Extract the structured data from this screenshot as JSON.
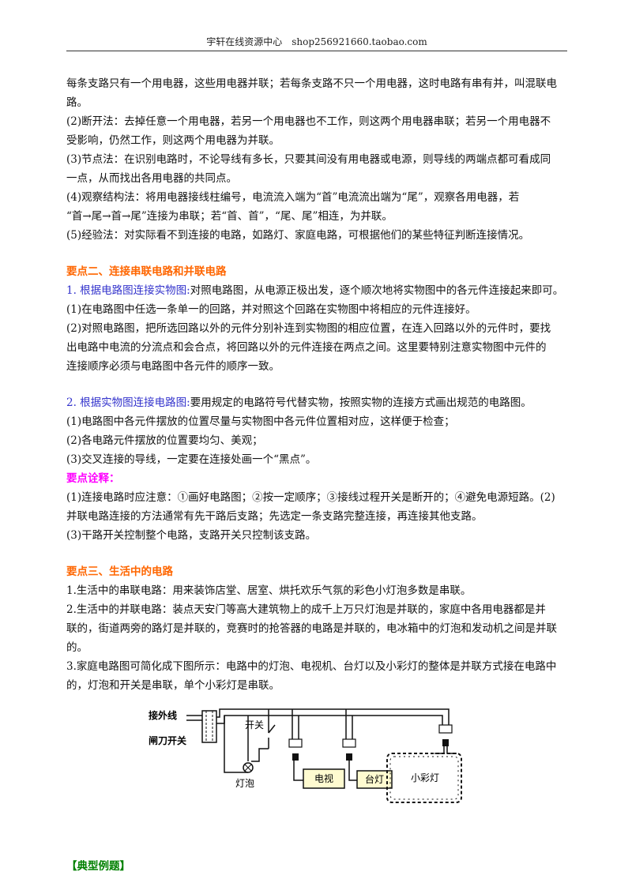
{
  "header": {
    "text": "宇轩在线资源中心　shop256921660.taobao.com"
  },
  "section1": {
    "lines": [
      "每条支路只有一个用电器，这些用电器并联；若每条支路不只一个用电器，这时电路有串有并，叫混联电",
      "路。",
      "(2)断开法：去掉任意一个用电器，若另一个用电器也不工作，则这两个用电器串联；若另一个用电器不",
      "受影响，仍然工作，则这两个用电器为并联。",
      "(3)节点法：在识别电路时，不论导线有多长，只要其间没有用电器或电源，则导线的两端点都可看成同",
      "一点，从而找出各用电器的共同点。",
      "(4)观察结构法：将用电器接线柱编号，电流流入端为“首”电流流出端为“尾”，观察各用电器，若",
      "“首→尾→首→尾”连接为串联；若“首、首”，“尾、尾”相连，为并联。",
      "(5)经验法：对实际看不到连接的电路，如路灯、家庭电路，可根据他们的某些特征判断连接情况。"
    ]
  },
  "section2": {
    "title": "要点二、连接串联电路和并联电路",
    "item1_label": "1. 根据电路图连接实物图:",
    "item1_text": "对照电路图，从电源正极出发，逐个顺次地将实物图中的各元件连接起来即可。",
    "item1_lines": [
      "(1)在电路图中任选一条单一的回路，并对照这个回路在实物图中将相应的元件连接好。",
      "(2)对照电路图，把所选回路以外的元件分别补连到实物图的相应位置，在连入回路以外的元件时，要找",
      "出电路中电流的分流点和会合点，将回路以外的元件连接在两点之间。这里要特别注意实物图中元件的",
      "连接顺序必须与电路图中各元件的顺序一致。"
    ],
    "item2_label": "2. 根据实物图连接电路图:",
    "item2_text": "要用规定的电路符号代替实物，按照实物的连接方式画出规范的电路图。",
    "item2_lines": [
      "(1)电路图中各元件摆放的位置尽量与实物图中各元件位置相对应，这样便于检查；",
      "(2)各电路元件摆放的位置要均匀、美观；",
      "(3)交叉连接的导线，一定要在连接处画一个“黑点”。"
    ],
    "note_title": "要点诠释：",
    "note_lines": [
      "(1)连接电路时应注意：①画好电路图；②按一定顺序；③接线过程开关是断开的；④避免电源短路。(2)",
      "并联电路连接的方法通常有先干路后支路；先选定一条支路完整连接，再连接其他支路。",
      "(3)干路开关控制整个电路，支路开关只控制该支路。"
    ]
  },
  "section3": {
    "title": "要点三、生活中的电路",
    "lines": [
      "1.生活中的串联电路：用来装饰店堂、居室、烘托欢乐气氛的彩色小灯泡多数是串联。",
      "2.生活中的并联电路：装点天安门等高大建筑物上的成千上万只灯泡是并联的，家庭中各用电器都是并",
      "联的，街道两旁的路灯是并联的，竞赛时的抢答器的电路是并联的，电冰箱中的灯泡和发动机之间是并联",
      "的。",
      "3.家庭电路图可简化成下图所示：电路中的灯泡、电视机、台灯以及小彩灯的整体是并联方式接在电路中",
      "的，灯泡和开关是串联，单个小彩灯是串联。"
    ]
  },
  "figure": {
    "label_wire": "接外线",
    "label_knife": "闸刀开关",
    "label_switch": "开关",
    "label_bulb": "灯泡",
    "label_tv": "电视",
    "label_lamp": "台灯",
    "label_xmas": "小彩灯",
    "box_fill": "#fffbd0"
  },
  "section4": {
    "title": "【典型例题】"
  }
}
